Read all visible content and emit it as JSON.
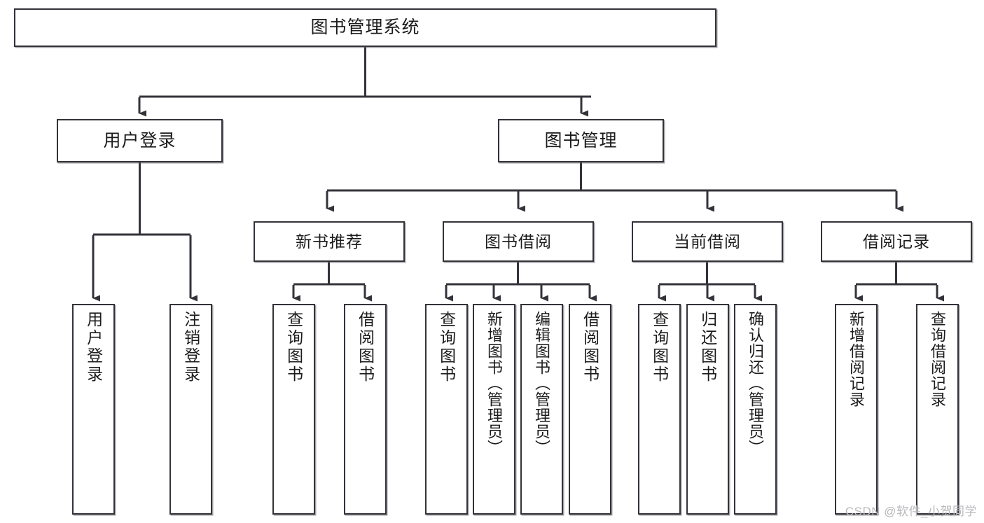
{
  "diagram": {
    "title": "图书管理系统",
    "type": "tree-hierarchy",
    "watermark": "CSDN @软件_小贺同学",
    "colors": {
      "node_border": "#33333a",
      "node_fill": "#ffffff",
      "edge": "#33333a",
      "text": "#1b1b1b",
      "watermark": "#b9b9bd",
      "background": "#ffffff"
    },
    "nodes": {
      "root": {
        "label": "图书管理系统"
      },
      "level2": [
        {
          "id": "user-login",
          "label": "用户登录"
        },
        {
          "id": "book-manage",
          "label": "图书管理"
        }
      ],
      "level3": [
        {
          "id": "new-book-recommend",
          "label": "新书推荐"
        },
        {
          "id": "book-borrow",
          "label": "图书借阅"
        },
        {
          "id": "current-borrow",
          "label": "当前借阅"
        },
        {
          "id": "borrow-record",
          "label": "借阅记录"
        }
      ],
      "leaves": {
        "user_login": [
          {
            "id": "leaf-user-login",
            "label": "用户登录"
          },
          {
            "id": "leaf-logout",
            "label": "注销登录"
          }
        ],
        "new_book_recommend": [
          {
            "id": "leaf-query-book-1",
            "label": "查询图书"
          },
          {
            "id": "leaf-borrow-book-1",
            "label": "借阅图书"
          }
        ],
        "book_borrow": [
          {
            "id": "leaf-query-book-2",
            "label": "查询图书"
          },
          {
            "id": "leaf-add-book",
            "label": "新增图书（管理员）"
          },
          {
            "id": "leaf-edit-book",
            "label": "编辑图书（管理员）"
          },
          {
            "id": "leaf-borrow-book-2",
            "label": "借阅图书"
          }
        ],
        "current_borrow": [
          {
            "id": "leaf-query-book-3",
            "label": "查询图书"
          },
          {
            "id": "leaf-return-book",
            "label": "归还图书"
          },
          {
            "id": "leaf-confirm-return",
            "label": "确认归还（管理员）"
          }
        ],
        "borrow_record": [
          {
            "id": "leaf-add-record",
            "label": "新增借阅记录"
          },
          {
            "id": "leaf-query-record",
            "label": "查询借阅记录"
          }
        ]
      }
    }
  }
}
